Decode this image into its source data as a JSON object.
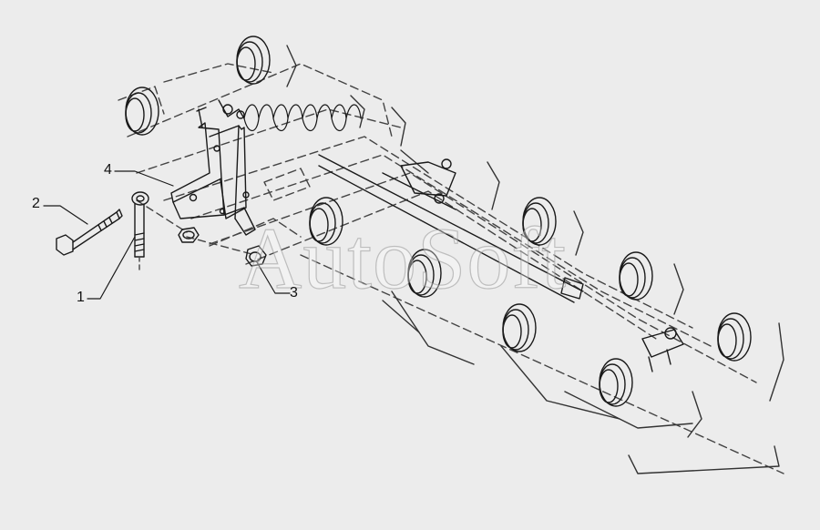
{
  "callouts": [
    {
      "id": "1",
      "label": "1"
    },
    {
      "id": "2",
      "label": "2"
    },
    {
      "id": "3",
      "label": "3"
    },
    {
      "id": "4",
      "label": "4"
    }
  ],
  "watermark": "AutoSoft",
  "colors": {
    "background": "#ececec",
    "line": "#1a1a1a",
    "hidden_line": "#444444"
  }
}
